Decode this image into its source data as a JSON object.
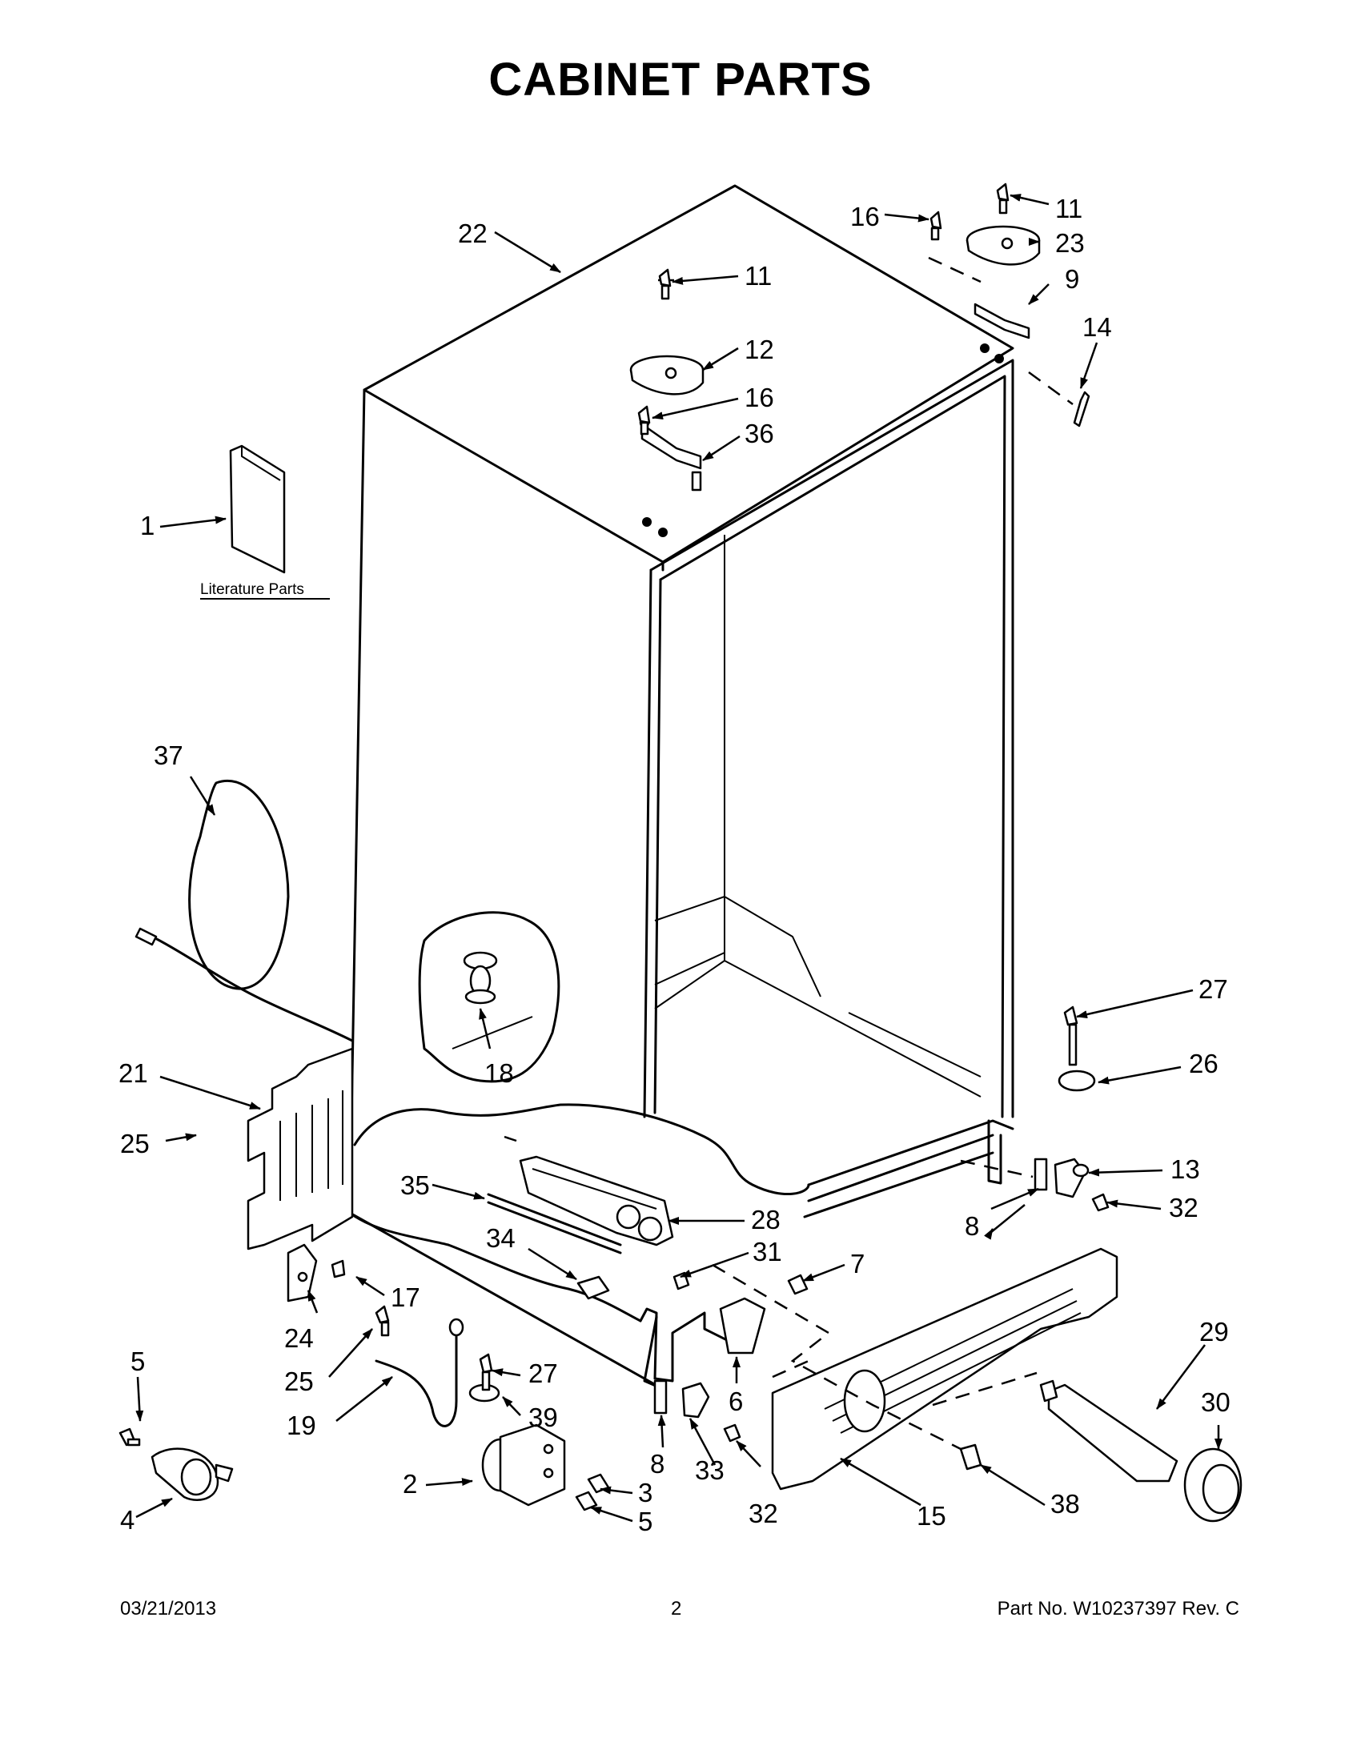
{
  "title": "CABINET PARTS",
  "literature_label": "Literature Parts",
  "callouts": {
    "c1": "1",
    "c2": "2",
    "c3": "3",
    "c4": "4",
    "c5a": "5",
    "c5b": "5",
    "c6": "6",
    "c7": "7",
    "c8a": "8",
    "c8b": "8",
    "c9": "9",
    "c11a": "11",
    "c11b": "11",
    "c12": "12",
    "c13": "13",
    "c14": "14",
    "c15": "15",
    "c16a": "16",
    "c16b": "16",
    "c17": "17",
    "c18": "18",
    "c19": "19",
    "c21": "21",
    "c22": "22",
    "c23": "23",
    "c24": "24",
    "c25a": "25",
    "c25b": "25",
    "c26": "26",
    "c27a": "27",
    "c27b": "27",
    "c28": "28",
    "c29": "29",
    "c30": "30",
    "c31": "31",
    "c32a": "32",
    "c32b": "32",
    "c33": "33",
    "c34": "34",
    "c35": "35",
    "c36": "36",
    "c37": "37",
    "c38": "38",
    "c39": "39"
  },
  "footer": {
    "date": "03/21/2013",
    "page": "2",
    "part": "Part No.  W10237397  Rev.  C"
  }
}
